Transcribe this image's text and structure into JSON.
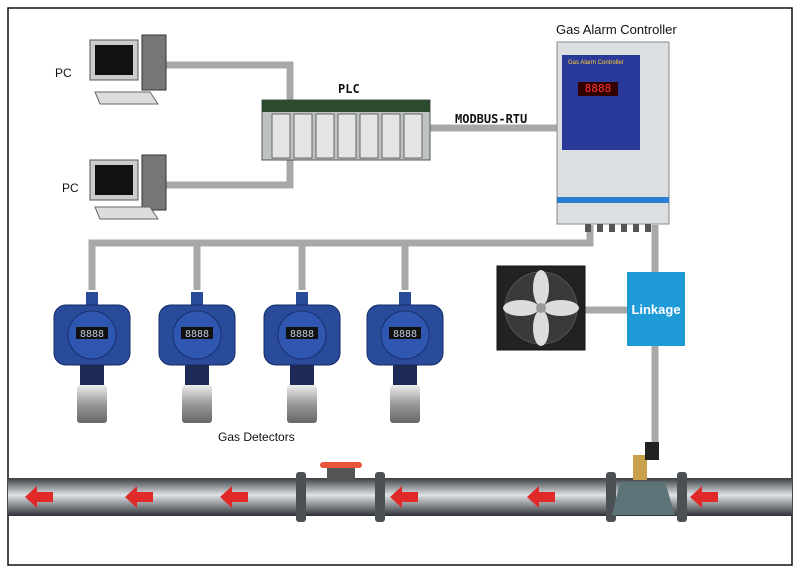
{
  "labels": {
    "pc_top": "PC",
    "pc_bottom": "PC",
    "plc": "PLC",
    "protocol": "MODBUS-RTU",
    "controller": "Gas Alarm Controller",
    "controller_panel": "Gas Alarm Controller",
    "linkage": "Linkage",
    "detectors": "Gas Detectors",
    "display_digits": "8888"
  },
  "colors": {
    "wire": "#a8a8a8",
    "linkage": "#1e9ad6",
    "flow_arrow": "#e02a2a",
    "detector_body": "#2a4a9a",
    "controller_panel": "#2a3a9a",
    "pipe": "#6f7478"
  },
  "icons": [
    "pc-icon",
    "plc-icon",
    "gas-alarm-controller-icon",
    "exhaust-fan-icon",
    "gas-detector-icon",
    "solenoid-valve-icon",
    "ball-valve-icon",
    "flow-arrow-icon"
  ]
}
